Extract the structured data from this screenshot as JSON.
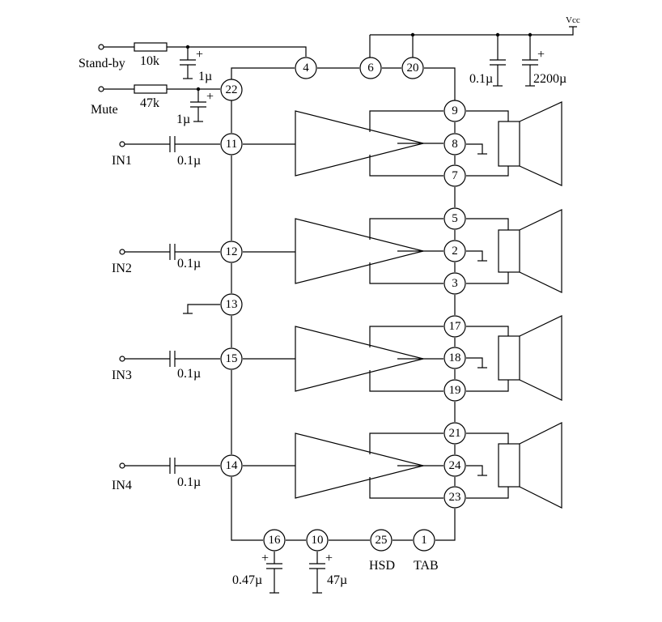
{
  "labels": {
    "vcc": "Vcc",
    "standby": "Stand-by",
    "mute": "Mute",
    "r_standby": "10k",
    "r_mute": "47k",
    "c_standby": "1µ",
    "c_mute": "1µ",
    "c_vcc1": "0.1µ",
    "c_vcc2": "2200µ",
    "in1": "IN1",
    "in2": "IN2",
    "in3": "IN3",
    "in4": "IN4",
    "c_in1": "0.1µ",
    "c_in2": "0.1µ",
    "c_in3": "0.1µ",
    "c_in4": "0.1µ",
    "c16": "0.47µ",
    "c10": "47µ",
    "hsd": "HSD",
    "tab": "TAB",
    "plus": "+"
  },
  "pins": {
    "p1": "1",
    "p2": "2",
    "p3": "3",
    "p4": "4",
    "p5": "5",
    "p6": "6",
    "p7": "7",
    "p8": "8",
    "p9": "9",
    "p10": "10",
    "p11": "11",
    "p12": "12",
    "p13": "13",
    "p14": "14",
    "p15": "15",
    "p16": "16",
    "p17": "17",
    "p18": "18",
    "p19": "19",
    "p20": "20",
    "p21": "21",
    "p22": "22",
    "p23": "23",
    "p24": "24",
    "p25": "25"
  }
}
